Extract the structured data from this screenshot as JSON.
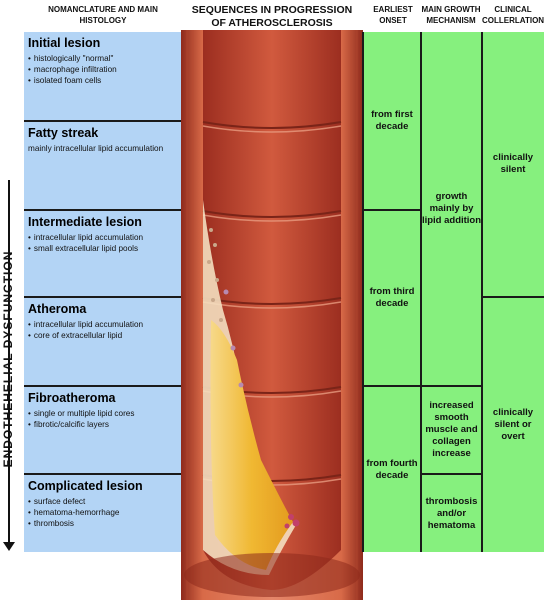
{
  "headers": {
    "nomenclature": "NOMANCLATURE AND MAIN HISTOLOGY",
    "sequences": "SEQUENCES IN PROGRESSION OF ATHEROSCLEROSIS",
    "onset": "EARLIEST ONSET",
    "growth": "MAIN GROWTH MECHANISM",
    "clinical": "CLINICAL COLLERLATION"
  },
  "side_label": "ENDOTHEHELIAL   DYSFUNCTION",
  "lesions": [
    {
      "name": "Initial lesion",
      "items": [
        "histologically \"normal\"",
        "macrophage infiltration",
        "isolated foam cells"
      ]
    },
    {
      "name": "Fatty streak",
      "text": "mainly intracellular lipid accumulation"
    },
    {
      "name": "Intermediate lesion",
      "items": [
        "intracellular lipid accumulation",
        "small extracellular lipid pools"
      ]
    },
    {
      "name": "Atheroma",
      "items": [
        "intracellular lipid accumulation",
        "core of extracellular lipid"
      ]
    },
    {
      "name": "Fibroatheroma",
      "items": [
        "single or multiple lipid cores",
        "fibrotic/calcific layers"
      ]
    },
    {
      "name": "Complicated lesion",
      "items": [
        "surface defect",
        "hematoma-hemorrhage",
        "thrombosis"
      ]
    }
  ],
  "onset": [
    "from first decade",
    "from third decade",
    "from fourth decade"
  ],
  "growth": [
    "growth mainly by lipid addition",
    "increased smooth muscle and collagen increase",
    "thrombosis and/or hematoma"
  ],
  "clinical": [
    "clinically silent",
    "clinically silent or overt"
  ],
  "colors": {
    "lesion_bg": "#b3d4f5",
    "green": "#86f07e",
    "artery_wall": "#c85a3c",
    "lumen": "#b03a2a",
    "plaque": "#f3c24a"
  }
}
